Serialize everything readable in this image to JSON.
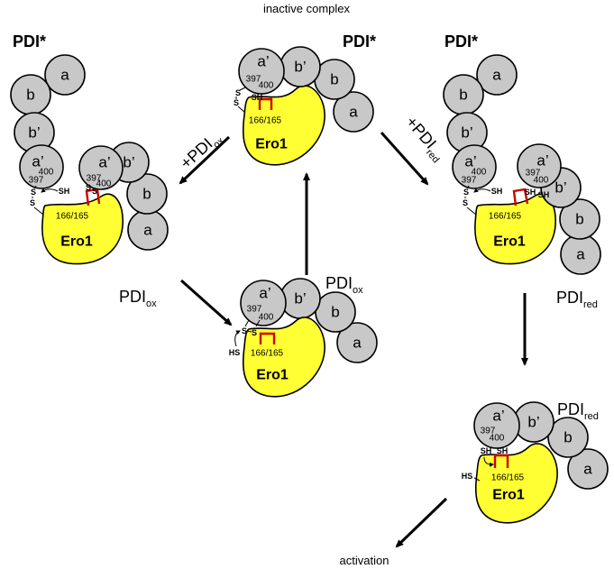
{
  "labels": {
    "header": "inactive complex",
    "footer": "activation",
    "pdi": "PDI",
    "star": "*",
    "sub_ox": "ox",
    "sub_red": "red",
    "plus_pdi": "+PDI",
    "ero1": "Ero1",
    "residues_ero": "166/165",
    "res_397": "397",
    "res_400": "400",
    "sh": "SH",
    "hs": "HS",
    "s": "S"
  },
  "domains": {
    "a": "a",
    "b": "b",
    "b_prime": "b’",
    "a_prime": "a’"
  }
}
